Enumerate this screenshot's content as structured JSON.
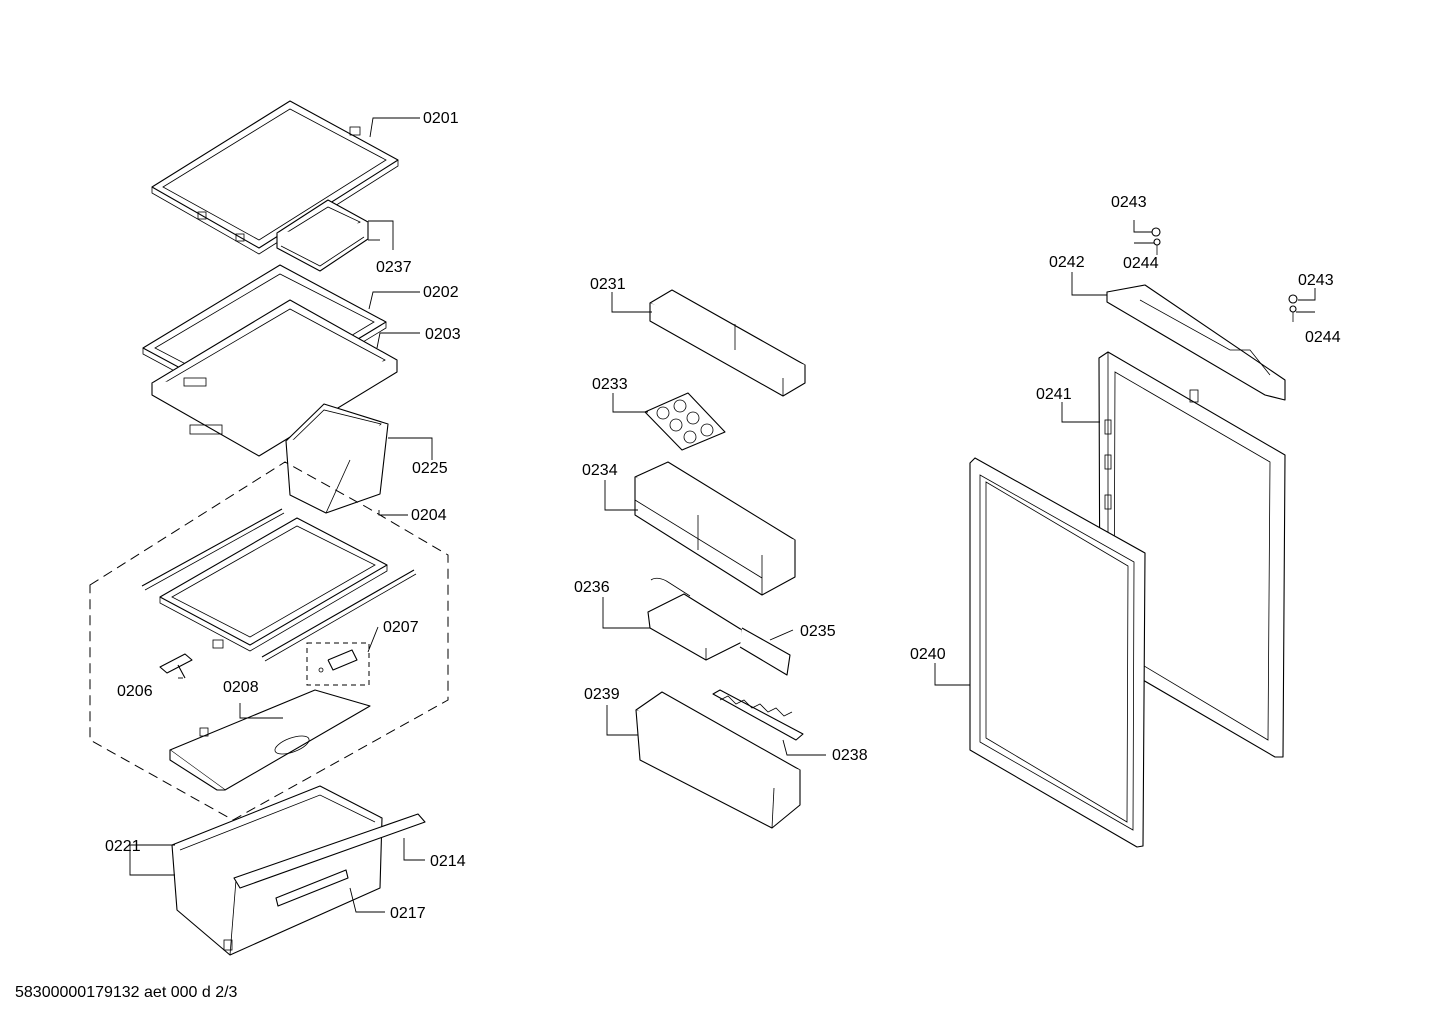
{
  "labels": {
    "p0201": "0201",
    "p0237": "0237",
    "p0202": "0202",
    "p0203": "0203",
    "p0225": "0225",
    "p0204": "0204",
    "p0207": "0207",
    "p0206": "0206",
    "p0208": "0208",
    "p0221": "0221",
    "p0214": "0214",
    "p0217": "0217",
    "p0231": "0231",
    "p0233": "0233",
    "p0234": "0234",
    "p0236": "0236",
    "p0235": "0235",
    "p0239": "0239",
    "p0238": "0238",
    "p0243a": "0243",
    "p0244a": "0244",
    "p0242": "0242",
    "p0243b": "0243",
    "p0244b": "0244",
    "p0241": "0241",
    "p0240": "0240"
  },
  "footer": {
    "document_id": "58300000179132 aet 000 d 2/3"
  }
}
